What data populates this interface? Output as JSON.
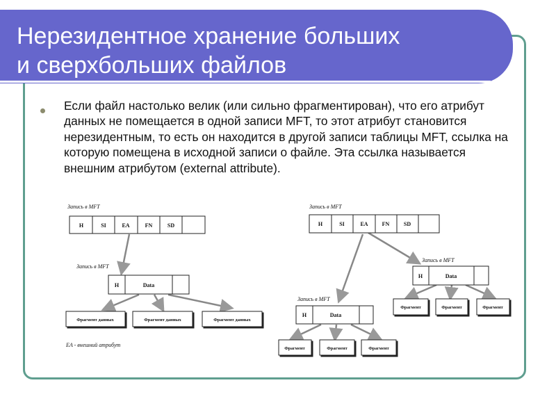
{
  "slide": {
    "title_line1": "Нерезидентное хранение больших",
    "title_line2": "и сверхбольших файлов",
    "bullet": "Если файл настолько велик (или сильно фрагментирован), что его атрибут данных не помещается в одной записи MFT, то этот атрибут становится нерезидентным, то есть он находится в другой записи таблицы MFT, ссылка на которую помещена в исходной записи о файле. Эта ссылка называется внешним атрибутом (external attribute)."
  },
  "diagram": {
    "record_label": "Запись в MFT",
    "cells": [
      "H",
      "SI",
      "EA",
      "FN",
      "SD"
    ],
    "data_cell": "Data",
    "fragment_long": "Фрагмент данных",
    "fragment_short": "Фрагмент",
    "footnote": "EA - внешний атрибут"
  },
  "colors": {
    "title_bg": "#6666cc",
    "frame": "#5f9e8f"
  }
}
